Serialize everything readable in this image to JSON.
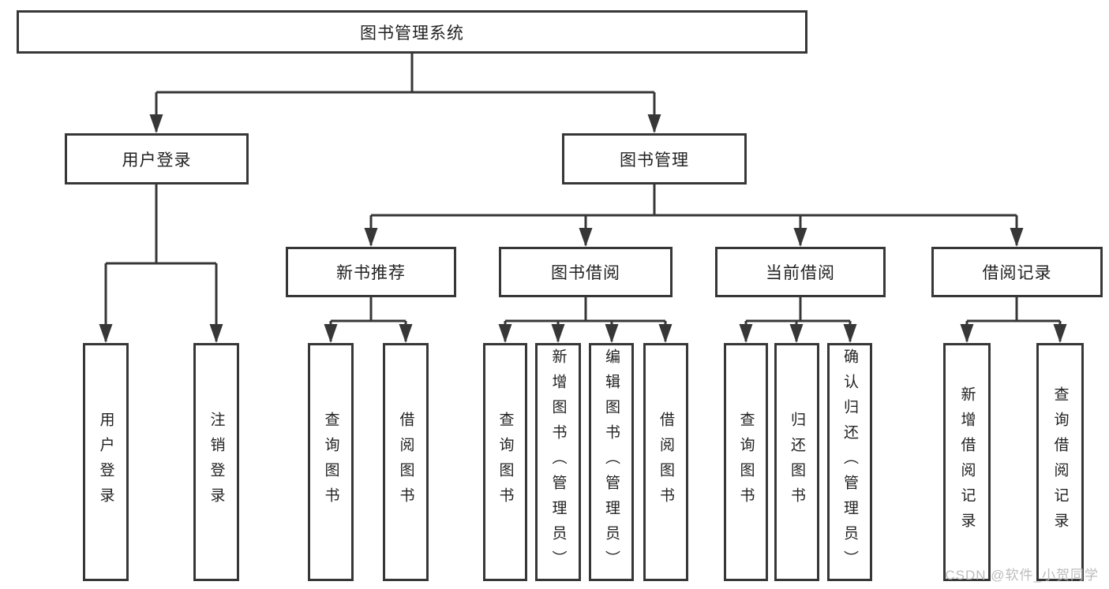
{
  "page": {
    "background": "#ffffff"
  },
  "colors": {
    "line": "#373737",
    "box_border": "#373737",
    "text": "#222222",
    "watermark": "#b9b9b9"
  },
  "watermark": {
    "text": "CSDN @软件_小贺同学"
  },
  "tree": {
    "root": {
      "label": "图书管理系统"
    },
    "branches": [
      {
        "label": "用户登录",
        "children": [
          {
            "label": "用户登录"
          },
          {
            "label": "注销登录"
          }
        ]
      },
      {
        "label": "图书管理",
        "children": [
          {
            "label": "新书推荐",
            "children": [
              {
                "label": "查询图书"
              },
              {
                "label": "借阅图书"
              }
            ]
          },
          {
            "label": "图书借阅",
            "children": [
              {
                "label": "查询图书"
              },
              {
                "label": "新增图书（管理员）"
              },
              {
                "label": "编辑图书（管理员）"
              },
              {
                "label": "借阅图书"
              }
            ]
          },
          {
            "label": "当前借阅",
            "children": [
              {
                "label": "查询图书"
              },
              {
                "label": "归还图书"
              },
              {
                "label": "确认归还（管理员）"
              }
            ]
          },
          {
            "label": "借阅记录",
            "children": [
              {
                "label": "新增借阅记录"
              },
              {
                "label": "查询借阅记录"
              }
            ]
          }
        ]
      }
    ]
  }
}
